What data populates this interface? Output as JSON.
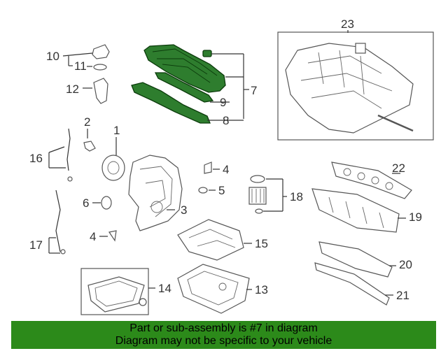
{
  "diagram": {
    "callouts": [
      "1",
      "2",
      "3",
      "4",
      "4",
      "5",
      "6",
      "7",
      "8",
      "9",
      "10",
      "11",
      "12",
      "13",
      "14",
      "15",
      "16",
      "17",
      "18",
      "19",
      "20",
      "21",
      "22",
      "23"
    ],
    "highlighted_part": "7",
    "highlight_color": "#2e7d2e",
    "banner_color": "#2c8a1a"
  },
  "banner": {
    "line1": "Part or sub-assembly is #7 in diagram",
    "line2": "Diagram may not be specific to your vehicle"
  }
}
